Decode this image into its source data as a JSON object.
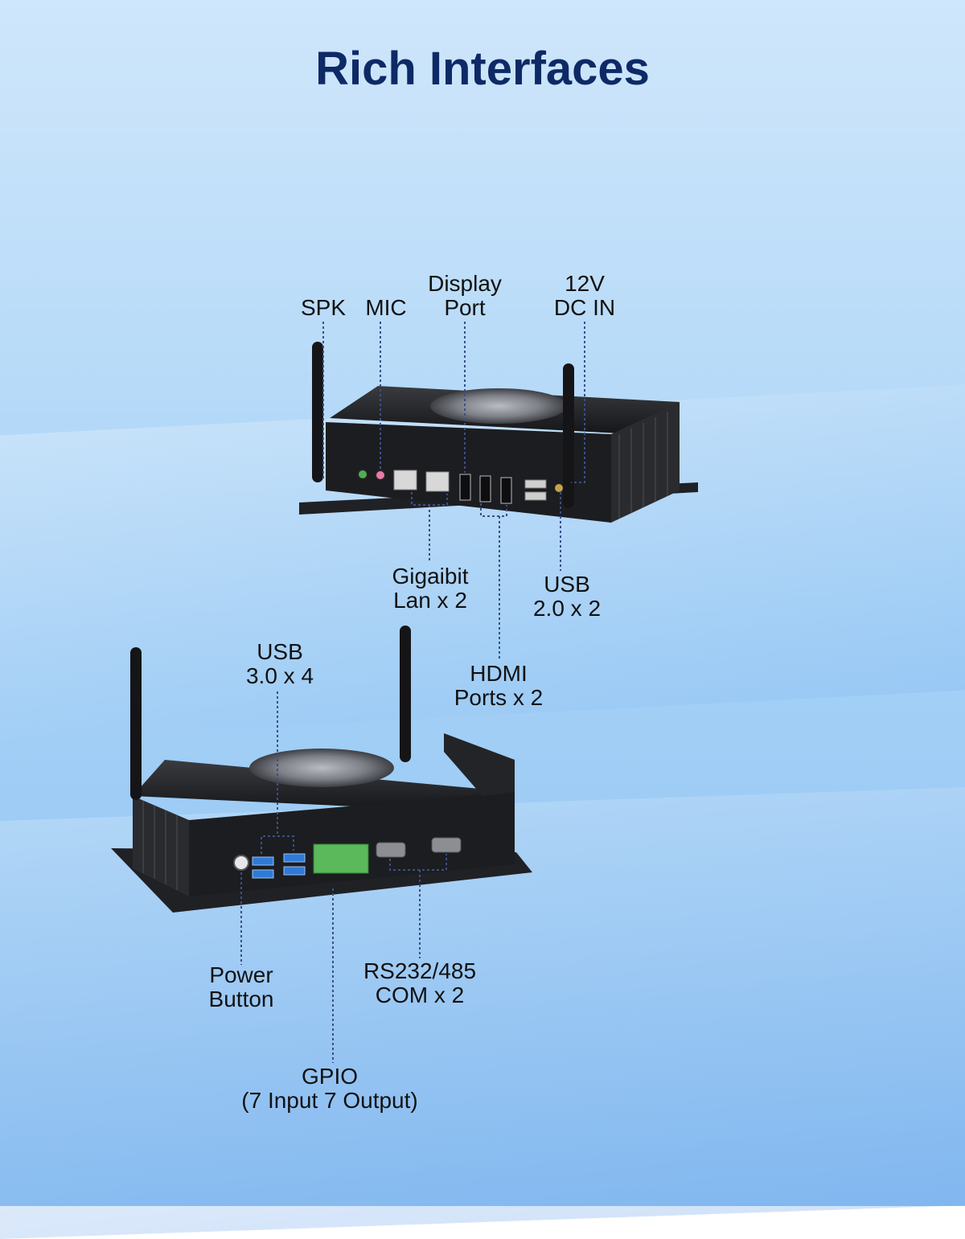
{
  "title": "Rich Interfaces",
  "top_device": {
    "labels": {
      "spk": "SPK",
      "mic": "MIC",
      "display_port": [
        "Display",
        "Port"
      ],
      "dc_in": [
        "12V",
        "DC IN"
      ],
      "gigabit_lan": [
        "Gigaibit",
        "Lan x 2"
      ],
      "usb2": [
        "USB",
        "2.0 x 2"
      ],
      "hdmi": [
        "HDMI",
        "Ports x 2"
      ]
    }
  },
  "bottom_device": {
    "labels": {
      "usb3": [
        "USB",
        "3.0 x 4"
      ],
      "power_button": [
        "Power",
        "Button"
      ],
      "com": [
        "RS232/485",
        "COM x 2"
      ],
      "gpio": [
        "GPIO",
        "(7 Input 7 Output)"
      ]
    }
  },
  "colors": {
    "title": "#0d2a66",
    "leader_line": "#3b4f8a",
    "device_body": "#1c1d20"
  },
  "icons": [
    "antenna-icon",
    "ethernet-port-icon",
    "hdmi-port-icon",
    "usb-port-icon",
    "serial-port-icon",
    "audio-jack-icon",
    "power-button-icon",
    "gpio-terminal-icon"
  ]
}
